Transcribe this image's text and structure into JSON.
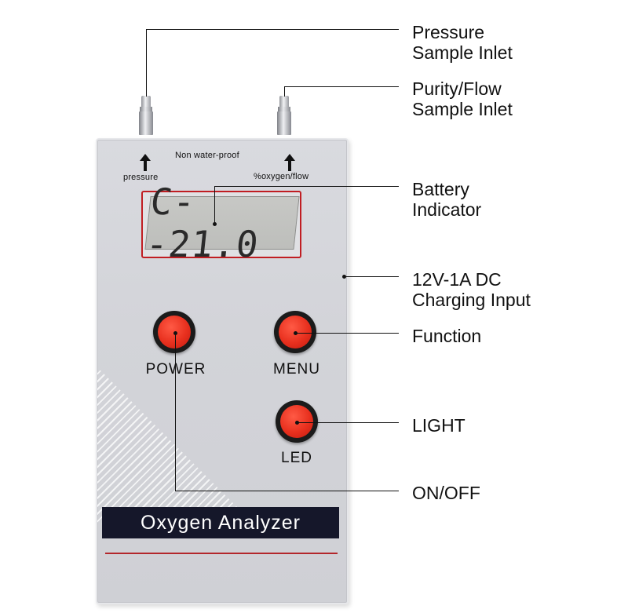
{
  "device": {
    "top_label": "Non water-proof",
    "pressure_label": "pressure",
    "oxygen_flow_label": "%oxygen/flow",
    "lcd_reading": "C--21.0",
    "buttons": {
      "power": "POWER",
      "menu": "MENU",
      "led": "LED"
    },
    "name_band": "Oxygen Analyzer",
    "colors": {
      "body": "#d3d4d9",
      "button_cap": "#e8301e",
      "lcd_border": "#c01d22",
      "name_band": "#15172a"
    }
  },
  "callouts": {
    "pressure_inlet": [
      "Pressure",
      "Sample Inlet"
    ],
    "purity_inlet": [
      "Purity/Flow",
      "Sample Inlet"
    ],
    "battery": [
      "Battery",
      "Indicator"
    ],
    "charging": [
      "12V-1A DC",
      "Charging Input"
    ],
    "function": "Function",
    "light": "LIGHT",
    "onoff": "ON/OFF"
  }
}
